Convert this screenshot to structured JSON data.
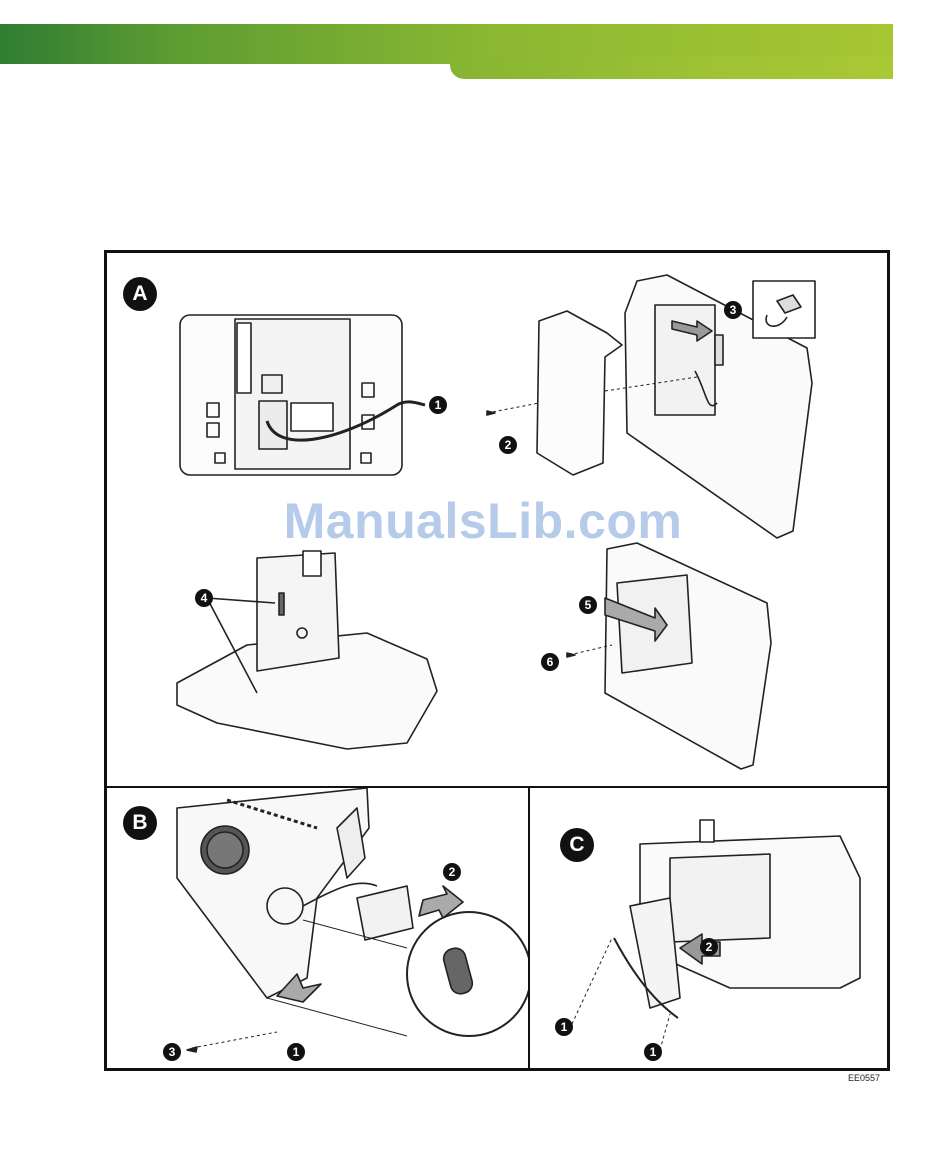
{
  "header": {
    "colors": {
      "dark": "#2f7d32",
      "light": "#a9c834"
    }
  },
  "figure": {
    "panels": {
      "a": {
        "label": "A",
        "callouts": [
          "1",
          "2",
          "3",
          "4",
          "5",
          "6"
        ]
      },
      "b": {
        "label": "B",
        "callouts": [
          "2",
          "3",
          "1"
        ]
      },
      "c": {
        "label": "C",
        "callouts": [
          "2",
          "1",
          "1"
        ]
      }
    }
  },
  "watermark": "ManualsLib.com",
  "figure_code": "EE0557"
}
